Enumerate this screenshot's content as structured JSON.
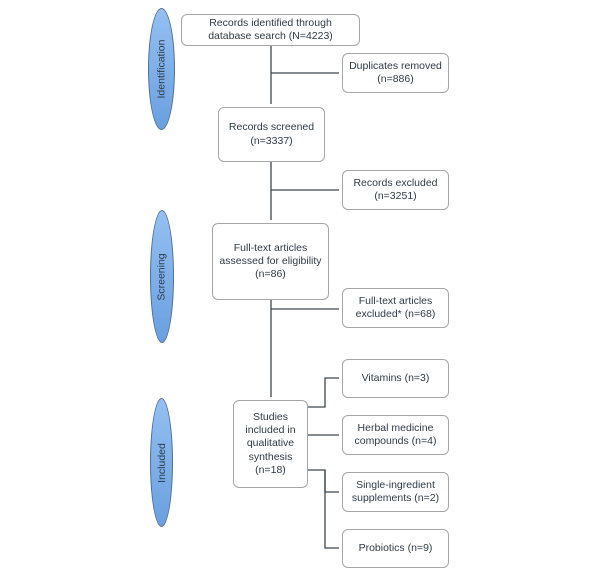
{
  "phases": [
    {
      "id": "identification",
      "label": "Identification"
    },
    {
      "id": "screening",
      "label": "Screening"
    },
    {
      "id": "included",
      "label": "Included"
    }
  ],
  "flow_boxes": {
    "identified": "Records identified through\ndatabase search (N=4223)",
    "screened": "Records screened\n(n=3337)",
    "eligibility": "Full-text articles\nassessed for eligibility\n(n=86)",
    "synthesis": "Studies\nincluded in\nqualitative\nsynthesis\n(n=18)"
  },
  "branch_boxes": {
    "duplicates_removed": "Duplicates removed\n(n=886)",
    "records_excluded": "Records excluded\n(n=3251)",
    "fulltext_excluded": "Full-text articles\nexcluded* (n=68)",
    "vitamins": "Vitamins (n=3)",
    "herbal": "Herbal medicine\ncompounds (n=4)",
    "single_ingredient": "Single-ingredient\nsupplements (n=2)",
    "probiotics": "Probiotics (n=9)"
  },
  "colors": {
    "phase-fill": "#70aaee",
    "phase-border": "#50708f",
    "box-fill": "#ffffff",
    "box-border": "#a6a6a6",
    "arrow": "#3e464e",
    "text": "#2e3a46"
  }
}
